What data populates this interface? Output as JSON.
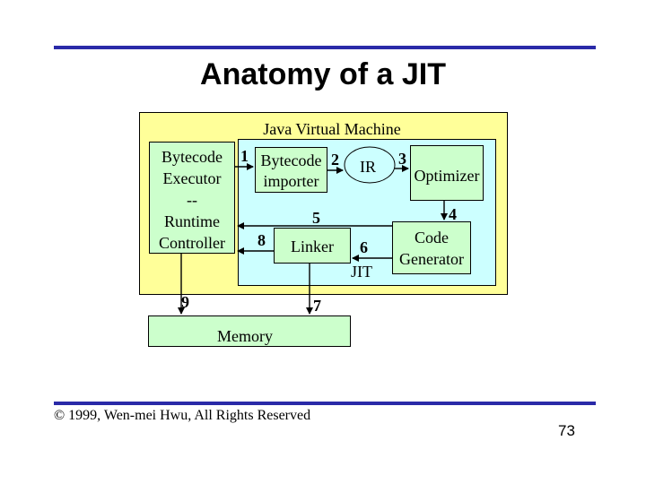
{
  "slide": {
    "title": "Anatomy of a JIT",
    "copyright": "© 1999, Wen-mei Hwu, All Rights Reserved",
    "page_number": "73"
  },
  "diagram": {
    "jvm_label": "Java Virtual Machine",
    "jit_label": "JIT",
    "executor": {
      "line1": "Bytecode",
      "line2": "Executor",
      "line3": "--",
      "line4": "Runtime",
      "line5": "Controller"
    },
    "importer": {
      "line1": "Bytecode",
      "line2": "importer"
    },
    "ir": "IR",
    "optimizer": "Optimizer",
    "code_generator": {
      "line1": "Code",
      "line2": "Generator"
    },
    "linker": "Linker",
    "memory": "Memory",
    "steps": [
      "1",
      "2",
      "3",
      "4",
      "5",
      "6",
      "7",
      "8",
      "9"
    ]
  },
  "colors": {
    "rule": "#2a2aa8",
    "jvm_fill": "#ffff99",
    "jit_fill": "#ccffff",
    "component_fill": "#ccffcc"
  }
}
